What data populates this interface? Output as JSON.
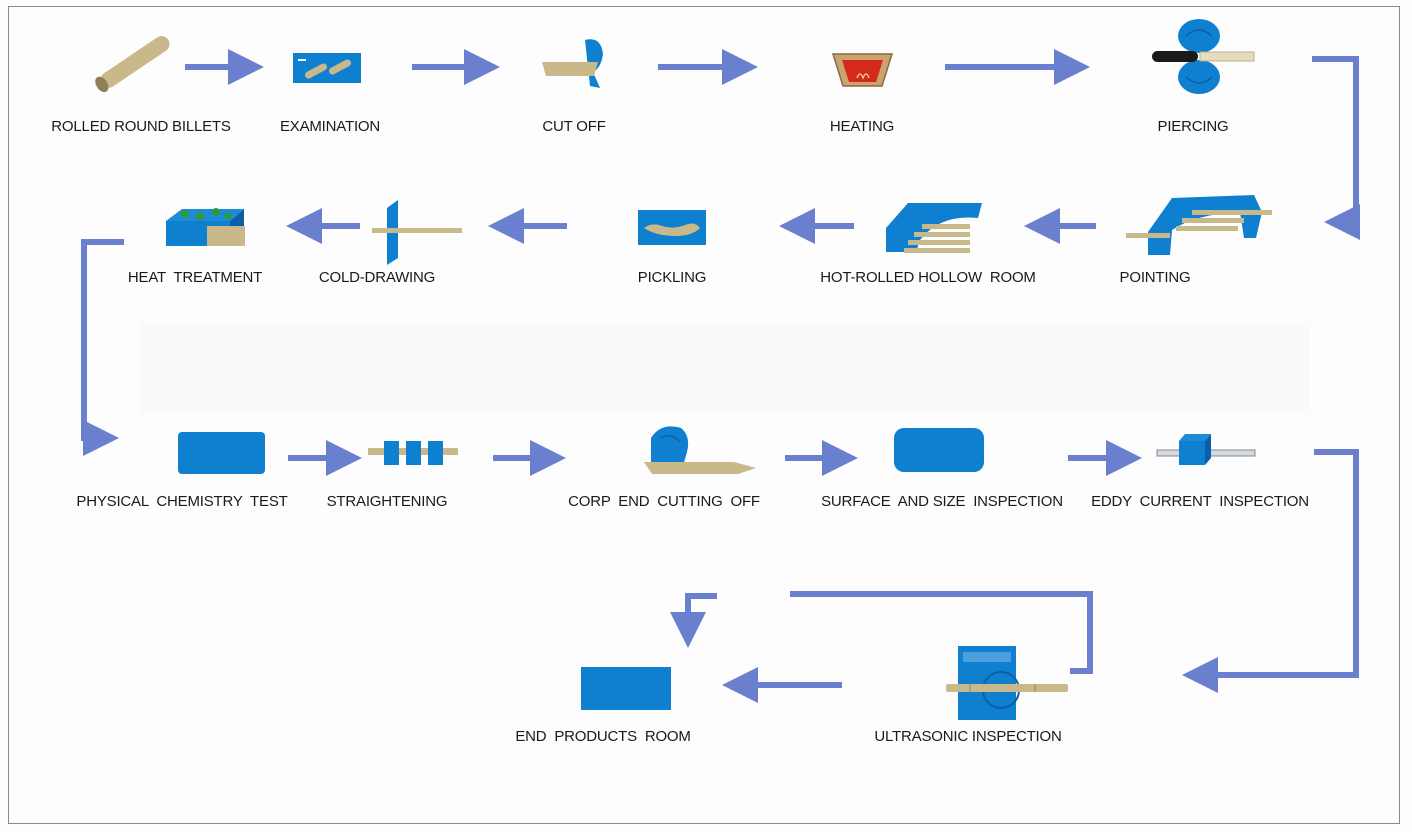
{
  "colors": {
    "arrow": "#6b7fcf",
    "equipment": "#0f7fd0",
    "equipment_dark": "#0b5fa8",
    "steel": "#c9b88a",
    "steel_dark": "#8f7f56",
    "heat": "#d42a1e",
    "green": "#2f9a3a"
  },
  "steps": {
    "rolled_round_billets": "ROLLED ROUND BILLETS",
    "examination": "EXAMINATION",
    "cut_off": "CUT OFF",
    "heating": "HEATING",
    "piercing": "PIERCING",
    "pointing": "POINTING",
    "hot_rolled_hollow_room": "HOT-ROLLED HOLLOW  ROOM",
    "pickling": "PICKLING",
    "cold_drawing": "COLD-DRAWING",
    "heat_treatment": "HEAT  TREATMENT",
    "physical_chemistry_test": "PHYSICAL  CHEMISTRY  TEST",
    "straightening": "STRAIGHTENING",
    "corp_end_cutting_off": "CORP  END  CUTTING  OFF",
    "surface_and_size_inspection": "SURFACE  AND SIZE  INSPECTION",
    "eddy_current_inspection": "EDDY  CURRENT  INSPECTION",
    "ultrasonic_inspection": "ULTRASONIC INSPECTION",
    "end_products_room": "END  PRODUCTS  ROOM"
  },
  "icons": {
    "rolled_round_billets": "billet-icon",
    "examination": "examination-icon",
    "cut_off": "saw-cutter-icon",
    "heating": "furnace-icon",
    "piercing": "piercing-mill-icon",
    "pointing": "pointing-machine-icon",
    "hot_rolled_hollow_room": "hollow-room-icon",
    "pickling": "pickling-tank-icon",
    "cold_drawing": "drawing-die-icon",
    "heat_treatment": "heat-treatment-furnace-icon",
    "physical_chemistry_test": "test-lab-icon",
    "straightening": "straightener-icon",
    "corp_end_cutting_off": "end-cutter-icon",
    "surface_and_size_inspection": "inspection-station-icon",
    "eddy_current_inspection": "eddy-current-probe-icon",
    "ultrasonic_inspection": "ultrasonic-tester-icon",
    "end_products_room": "warehouse-icon"
  }
}
